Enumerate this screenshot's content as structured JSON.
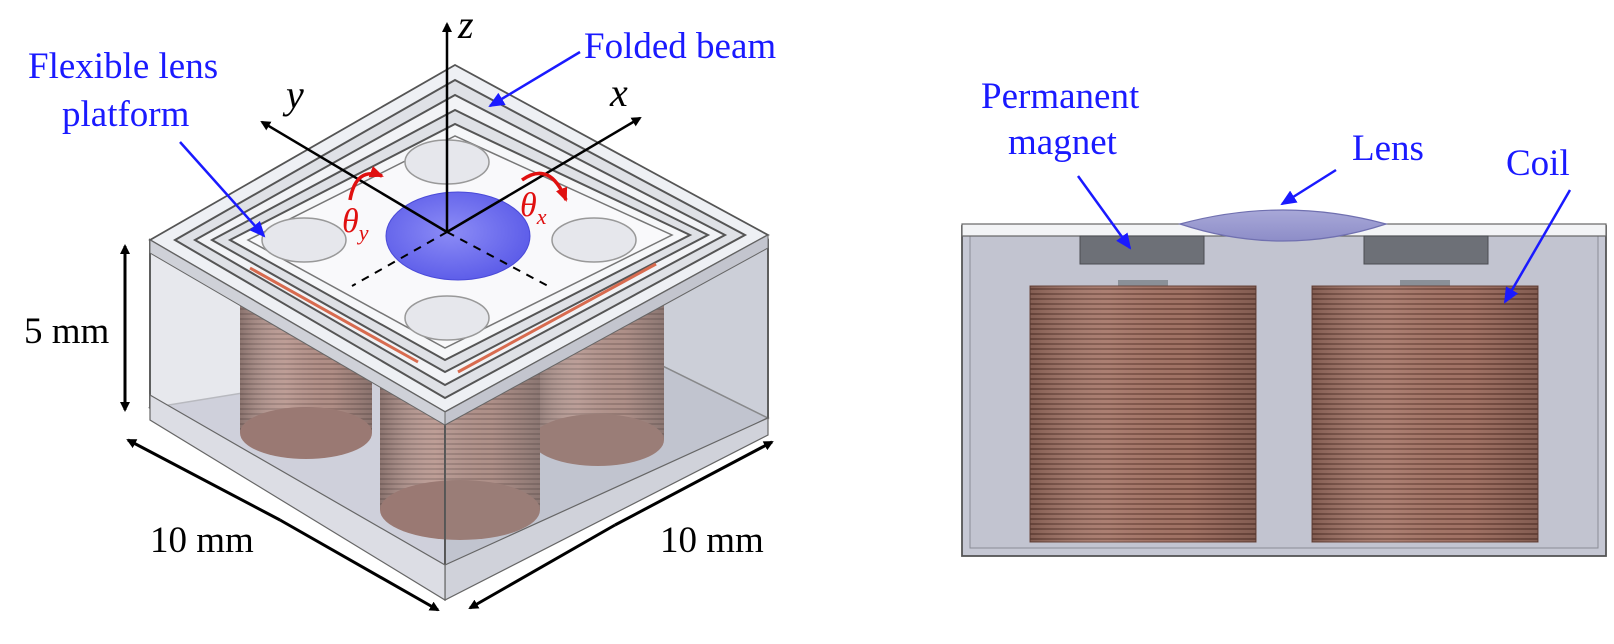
{
  "figure": {
    "left_view": {
      "labels": {
        "flexible_lens_platform_line1": "Flexible lens",
        "flexible_lens_platform_line2": "platform",
        "folded_beam": "Folded beam",
        "height": "5 mm",
        "width_left": "10 mm",
        "width_right": "10 mm"
      },
      "axes": {
        "x": "x",
        "y": "y",
        "z": "z"
      },
      "rotations": {
        "theta_y": {
          "symbol": "θ",
          "subscript": "y"
        },
        "theta_x": {
          "symbol": "θ",
          "subscript": "x"
        }
      }
    },
    "right_view": {
      "labels": {
        "permanent_magnet_line1": "Permanent",
        "permanent_magnet_line2": "magnet",
        "lens": "Lens",
        "coil": "Coil"
      }
    }
  },
  "colors": {
    "label_blue": "#1a1aff",
    "rotation_red": "#e01010",
    "lens_blue": "#6a6af0",
    "coil_copper": "#9a6f63",
    "housing_gray": "#c4c6d2",
    "magnet_gray": "#6d7077"
  }
}
